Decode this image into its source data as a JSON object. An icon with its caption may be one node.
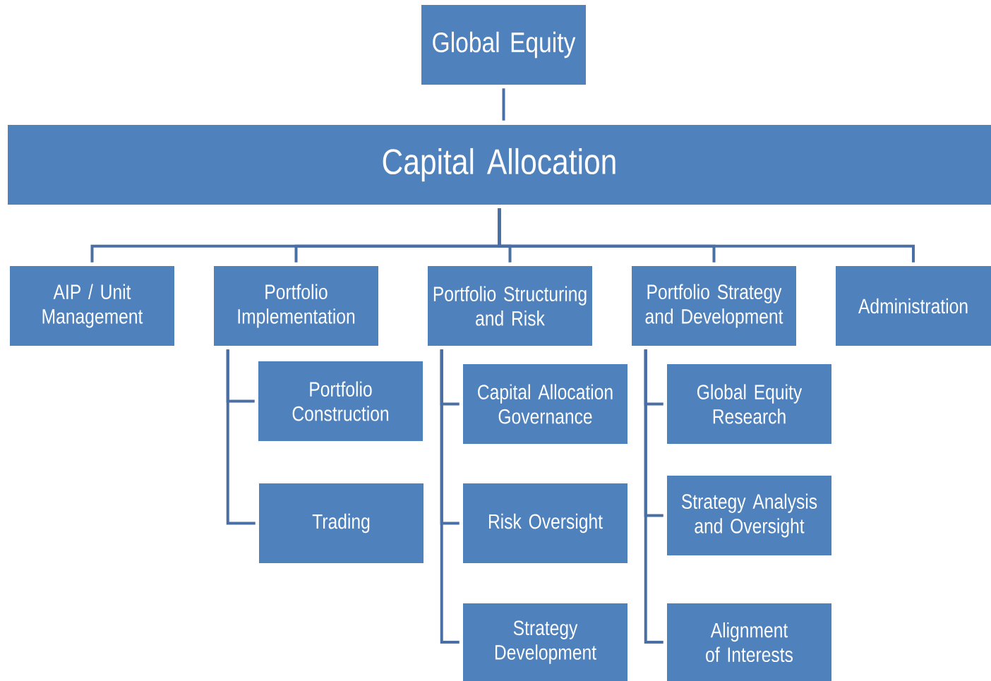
{
  "diagram": {
    "nodes": [
      {
        "text": [
          "Global Equity"
        ]
      },
      {
        "text": [
          "Capital Allocation"
        ]
      },
      {
        "text": [
          "AIP / Unit Management"
        ]
      },
      {
        "text": [
          "Portfolio Implementation"
        ]
      },
      {
        "text": [
          "Portfolio Structuring and Risk"
        ]
      },
      {
        "text": [
          "Portfolio Strategy and Development"
        ]
      },
      {
        "text": [
          "Administration"
        ]
      },
      {
        "text": [
          "Portfolio Construction"
        ]
      },
      {
        "text": [
          "Trading"
        ]
      },
      {
        "text": [
          "Capital Allocation Governance"
        ]
      },
      {
        "text": [
          "Risk Oversight"
        ]
      },
      {
        "text": [
          "Strategy Development"
        ]
      },
      {
        "text": [
          "Global Equity Research"
        ]
      },
      {
        "text": [
          "Strategy Analysis and Oversight"
        ]
      },
      {
        "text": [
          "Alignment of Interests"
        ]
      }
    ],
    "edges": [
      {
        "from": 0,
        "to": 1,
        "arrow": "none"
      },
      {
        "from": 1,
        "to": 2,
        "arrow": "none"
      },
      {
        "from": 1,
        "to": 3,
        "arrow": "none"
      },
      {
        "from": 1,
        "to": 4,
        "arrow": "none"
      },
      {
        "from": 1,
        "to": 5,
        "arrow": "none"
      },
      {
        "from": 1,
        "to": 6,
        "arrow": "none"
      },
      {
        "from": 3,
        "to": 7,
        "arrow": "none"
      },
      {
        "from": 3,
        "to": 8,
        "arrow": "none"
      },
      {
        "from": 4,
        "to": 9,
        "arrow": "none"
      },
      {
        "from": 4,
        "to": 10,
        "arrow": "none"
      },
      {
        "from": 4,
        "to": 11,
        "arrow": "none"
      },
      {
        "from": 5,
        "to": 12,
        "arrow": "none"
      },
      {
        "from": 5,
        "to": 13,
        "arrow": "none"
      },
      {
        "from": 5,
        "to": 14,
        "arrow": "none"
      }
    ]
  }
}
